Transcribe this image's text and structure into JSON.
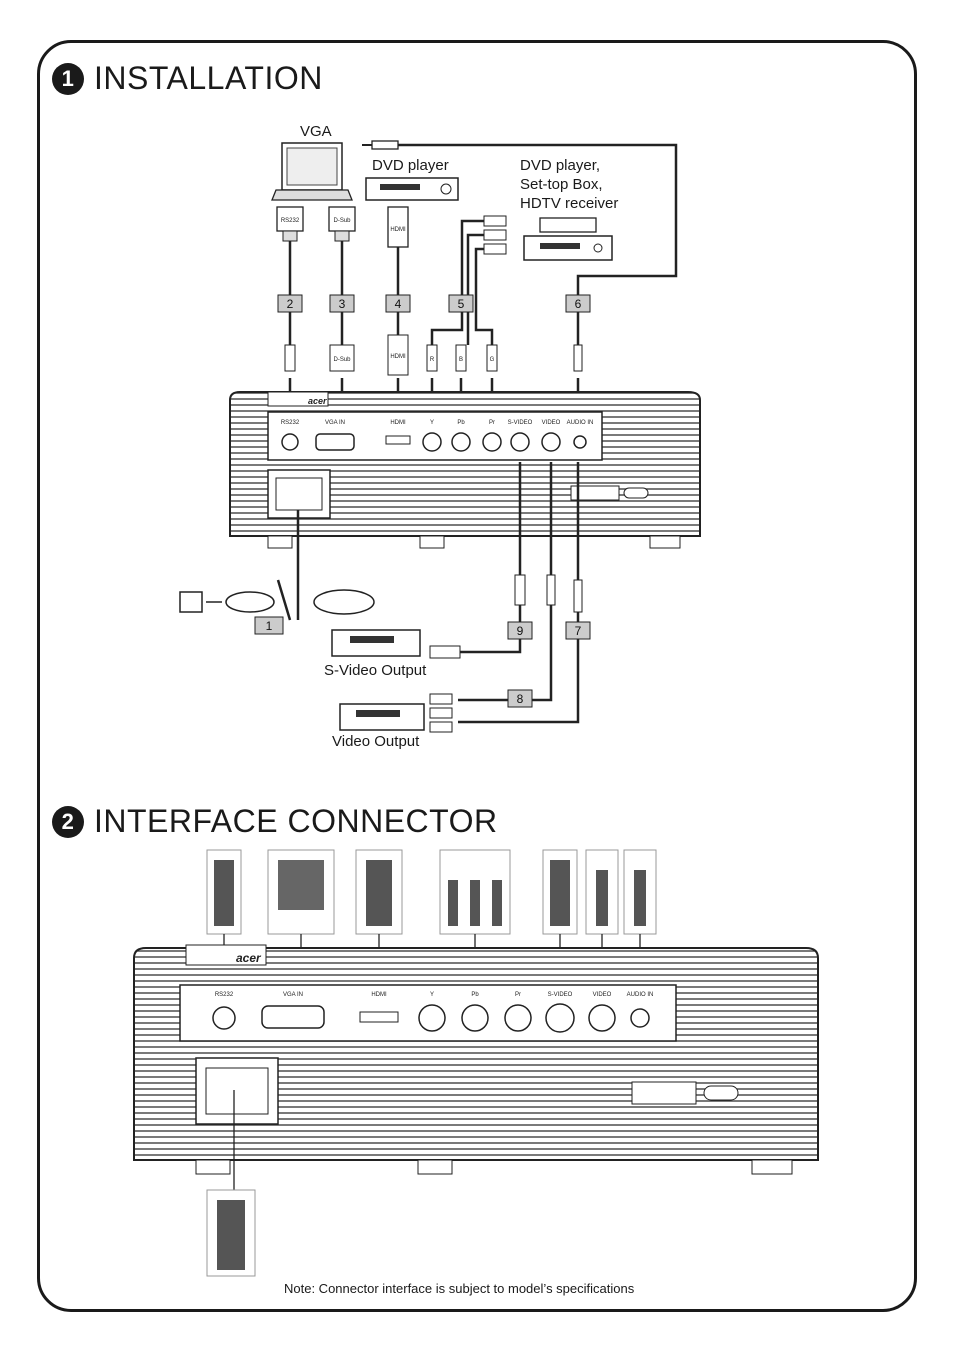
{
  "sections": {
    "installation": {
      "number": "1",
      "title": "INSTALLATION"
    },
    "interface": {
      "number": "2",
      "title": "INTERFACE CONNECTOR"
    }
  },
  "labels": {
    "vga": "VGA",
    "dvd_player": "DVD player",
    "dvd_multi_line1": "DVD player,",
    "dvd_multi_line2": "Set-top Box,",
    "dvd_multi_line3": "HDTV receiver",
    "svideo_output": "S-Video Output",
    "video_output": "Video Output"
  },
  "connector_tags": {
    "rs232": "RS232",
    "dsub": "D-Sub",
    "hdmi": "HDMI",
    "r": "R",
    "b": "B",
    "g": "G"
  },
  "cable_numbers": [
    "1",
    "2",
    "3",
    "4",
    "5",
    "6",
    "7",
    "8",
    "9"
  ],
  "ports": [
    "RS232",
    "VGA IN",
    "HDMI",
    "Y",
    "Pb",
    "Pr",
    "S-VIDEO",
    "VIDEO",
    "AUDIO IN"
  ],
  "brand": "acer",
  "note": "Note: Connector interface is subject to model’s specifications"
}
